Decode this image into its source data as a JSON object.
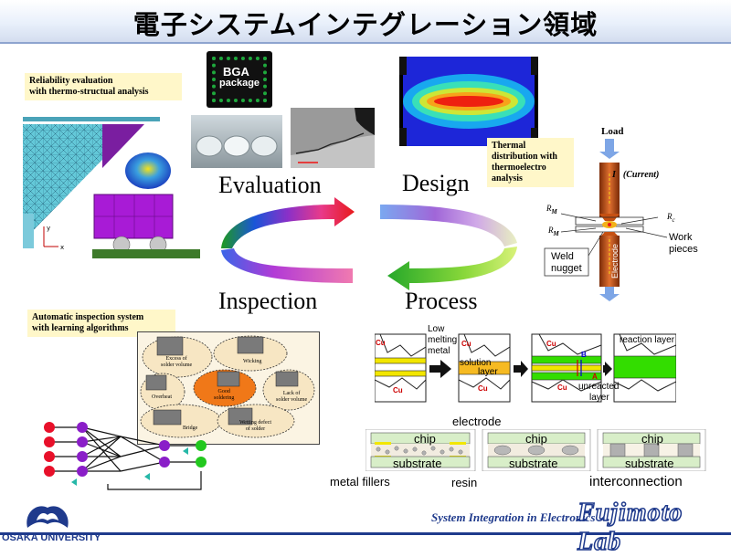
{
  "title": "電子システムインテグレーション領域",
  "cycle": {
    "evaluation": "Evaluation",
    "design": "Design",
    "process": "Process",
    "inspection": "Inspection"
  },
  "notes": {
    "reliability_l1": "Reliability evaluation",
    "reliability_l2": "with thermo-structual analysis",
    "thermal_l1": "Thermal",
    "thermal_l2": "distribution with",
    "thermal_l3": "thermoelectro",
    "thermal_l4": "analysis",
    "inspection_l1": "Automatic inspection system",
    "inspection_l2": "with learning algorithms"
  },
  "bga": {
    "line1": "BGA",
    "line2": "package"
  },
  "axis": {
    "x": "x",
    "y": "y"
  },
  "weld": {
    "load": "Load",
    "current_symbol": "I",
    "current": "(Current)",
    "rm": "R",
    "rm_sub": "M",
    "rc": "R",
    "rc_sub": "c",
    "work1": "Work",
    "work2": "pieces",
    "nugget1": "Weld",
    "nugget2": "nugget",
    "electrode": "Electrode"
  },
  "inspect": {
    "excess1": "Excess of",
    "excess2": "solder volume",
    "wicking": "Wicking",
    "overheat": "Overheat",
    "good1": "Good",
    "good2": "soldering",
    "lack1": "Lack of",
    "lack2": "solder volume",
    "bridge": "Bridge",
    "wetting1": "Wetting defect",
    "wetting2": "of solder"
  },
  "process": {
    "cu": "Cu",
    "low1": "Low",
    "low2": "melting",
    "low3": "metal",
    "solution1": "solution",
    "solution2": "layer",
    "reaction": "reaction layer",
    "b": "B",
    "a": "A",
    "unreacted1": "unreacted",
    "unreacted2": "layer"
  },
  "interconnect": {
    "electrode": "electrode",
    "chip": "chip",
    "substrate": "substrate",
    "metal_fillers": "metal fillers",
    "resin": "resin",
    "interconnection": "interconnection"
  },
  "footer": {
    "university": "OSAKA UNIVERSITY",
    "tagline": "System Integration in Electronics",
    "lab": "Fujimoto Lab"
  },
  "colors": {
    "accent": "#1f3a8c",
    "note_bg": "#fff7c9",
    "solder_yellow": "#f2e600",
    "layer_green": "#33dd00",
    "good_orange": "#f07818",
    "neuron_red": "#e8102a",
    "neuron_purple": "#8a1ec8",
    "neuron_green": "#22c81e"
  }
}
